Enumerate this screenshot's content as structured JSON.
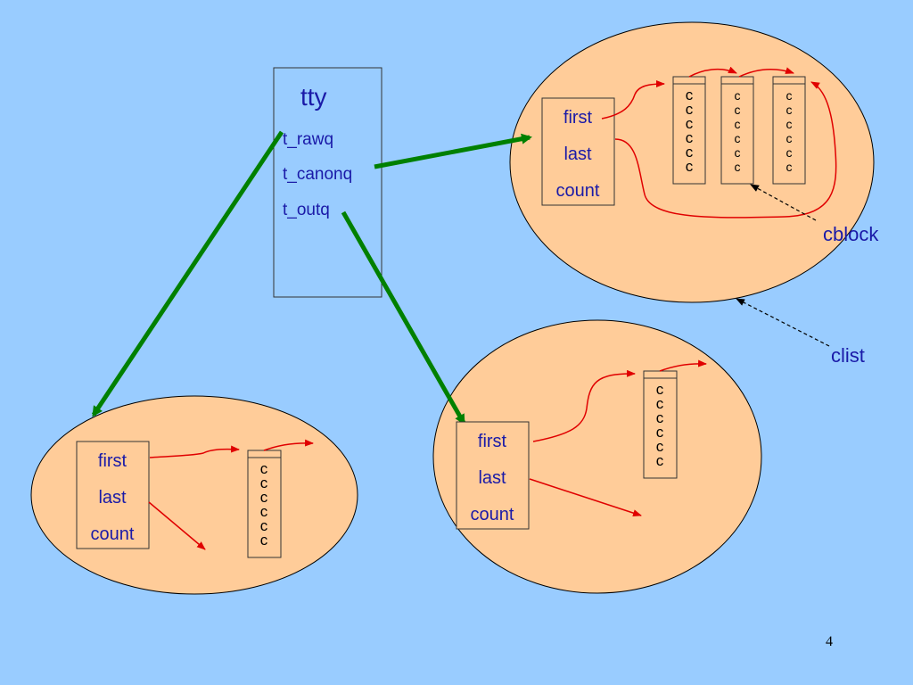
{
  "colors": {
    "background": "#99ccff",
    "ellipse_fill": "#ffcc99",
    "box_stroke": "#333333",
    "text_blue": "#1a1aa8",
    "arrow_green": "#008000",
    "pointer_red": "#e00000"
  },
  "tty": {
    "title": "tty",
    "fields": [
      "t_rawq",
      "t_canonq",
      "t_outq"
    ]
  },
  "clist_header": {
    "first": "first",
    "last": "last",
    "count": "count"
  },
  "cblock_char": "c",
  "cblock_chars": [
    "c",
    "c",
    "c",
    "c",
    "c",
    "c"
  ],
  "labels": {
    "cblock": "cblock",
    "clist": "clist"
  },
  "page_number": "4"
}
